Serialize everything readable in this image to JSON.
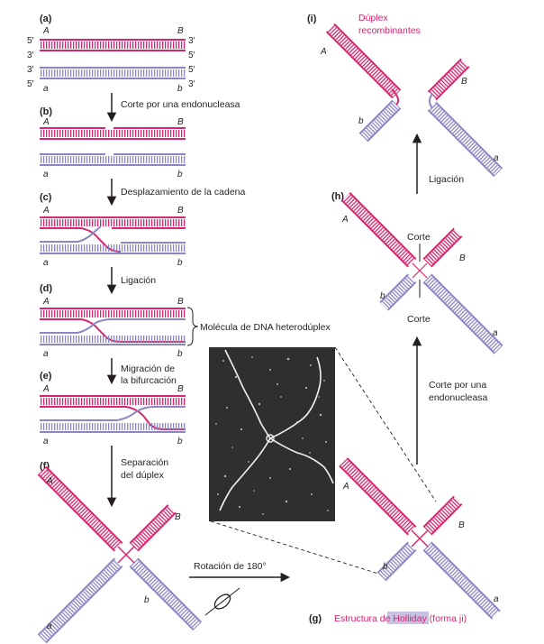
{
  "colors": {
    "magenta": "#d7266e",
    "lavender": "#8c86c2",
    "text": "#231f20",
    "highlight": "#c9c2e2"
  },
  "panels": {
    "a": "(a)",
    "b": "(b)",
    "c": "(c)",
    "d": "(d)",
    "e": "(e)",
    "f": "(f)",
    "g": "(g)",
    "h": "(h)",
    "i": "(i)"
  },
  "ends": {
    "five_prime": "5′",
    "three_prime": "3′",
    "A": "A",
    "B": "B",
    "a": "a",
    "b": "b"
  },
  "steps": {
    "cut": "Corte por una endonucleasa",
    "displace": "Desplazamiento de la cadena",
    "ligation": "Ligación",
    "migration_1": "Migración de",
    "migration_2": "la bifurcación",
    "separation_1": "Separación",
    "separation_2": "del dúplex",
    "rotation": "Rotación de 180°",
    "heteroduplex": "Molécula de DNA heterodúplex",
    "ligation_right": "Ligación",
    "cut_right_1": "Corte por una",
    "cut_right_2": "endonucleasa",
    "corte": "Corte"
  },
  "titles": {
    "recombinant_1": "Dúplex",
    "recombinant_2": "recombinantes",
    "holliday_pre": "Estructura de ",
    "holliday_name": "Holliday",
    "holliday_post": " (forma ji)"
  }
}
